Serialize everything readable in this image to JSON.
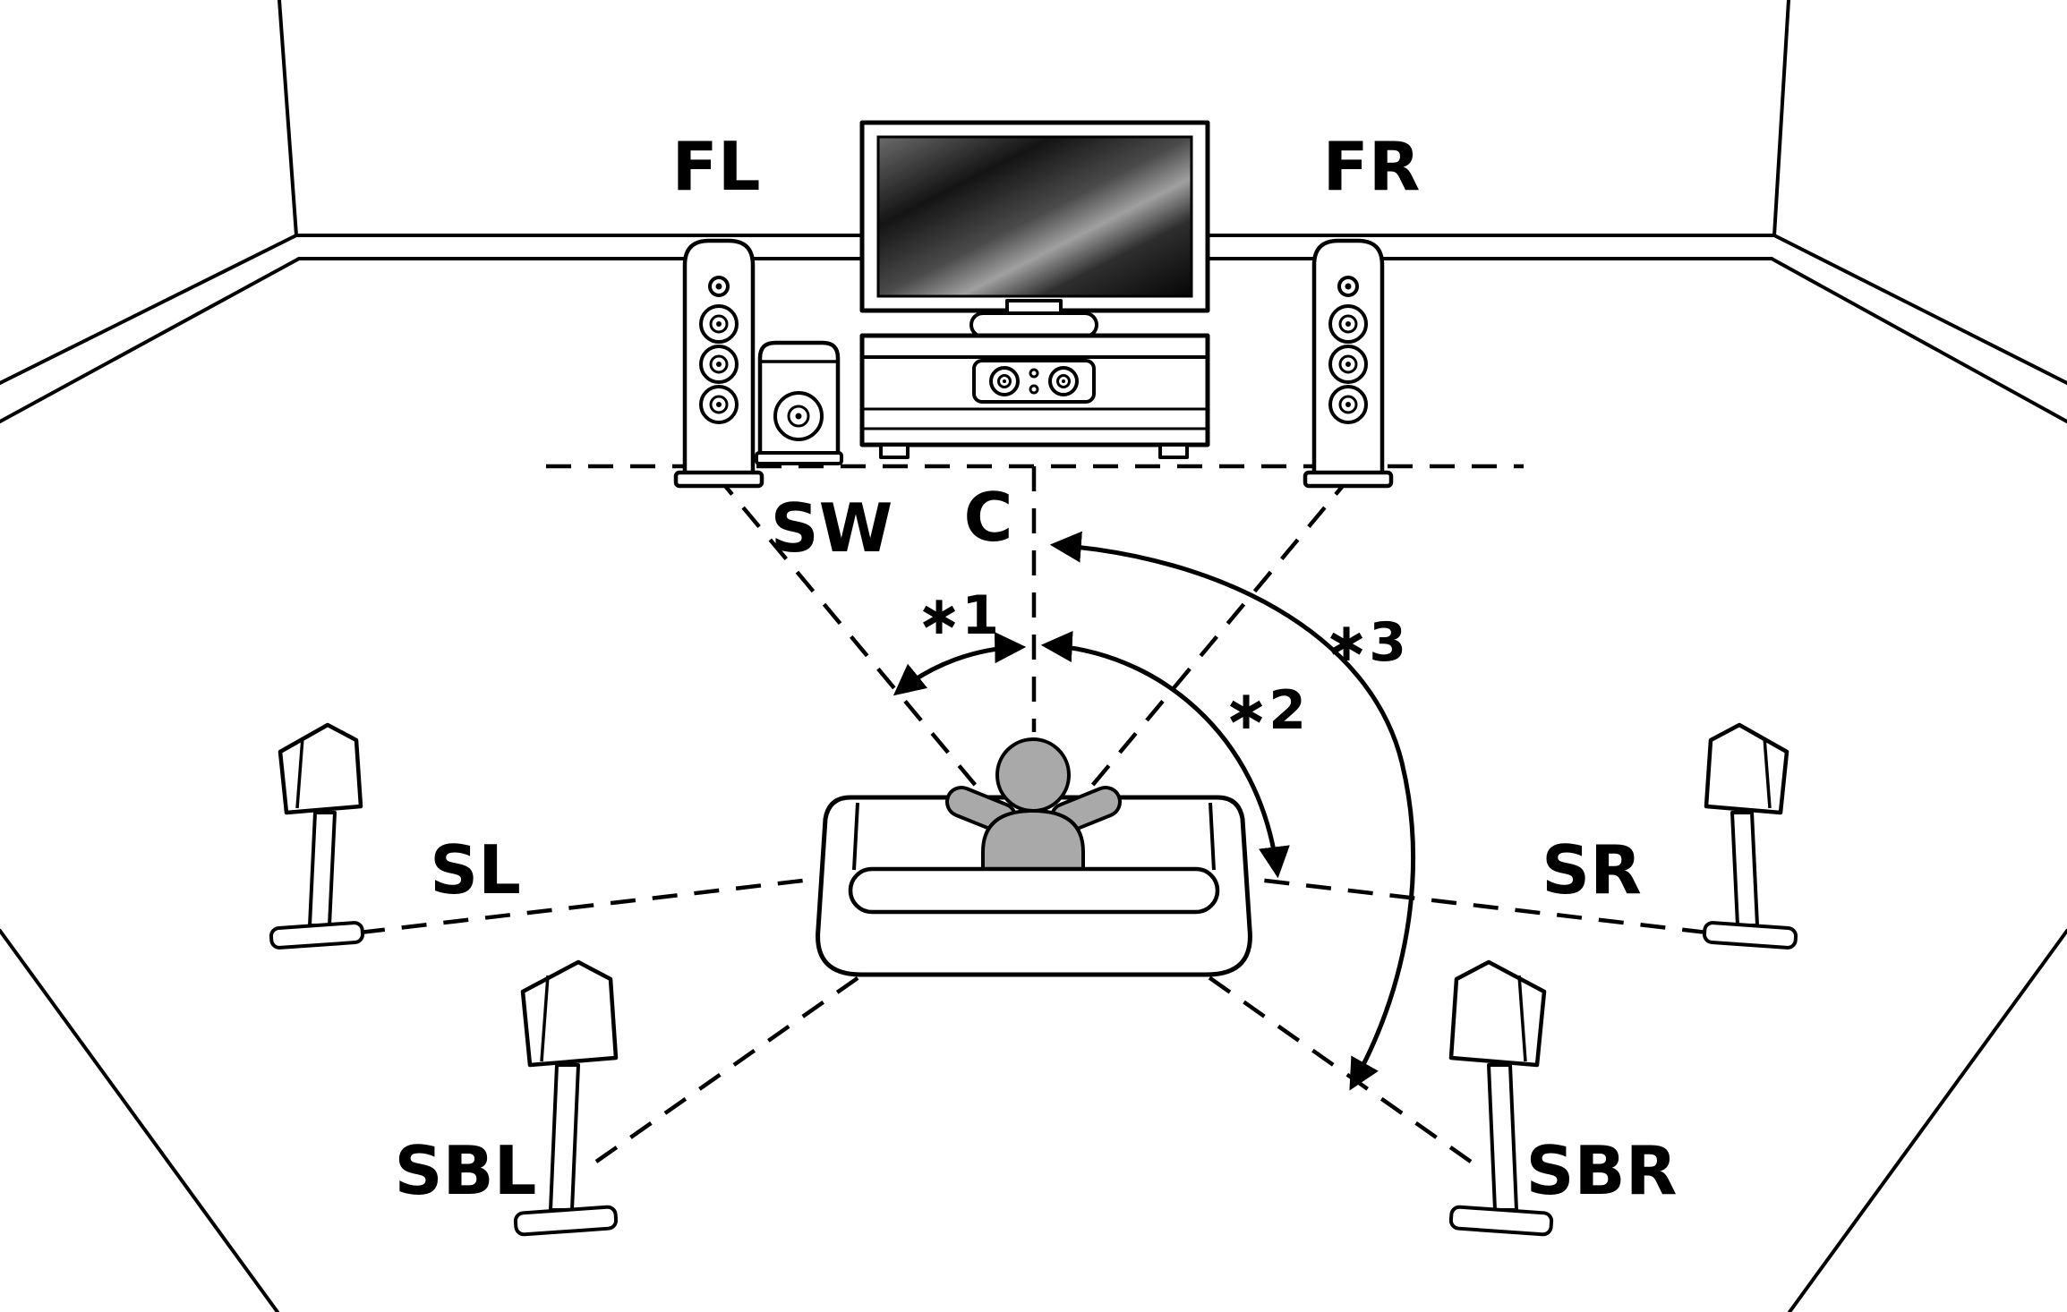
{
  "labels": {
    "front_left": "FL",
    "front_right": "FR",
    "subwoofer": "SW",
    "center": "C",
    "surround_left": "SL",
    "surround_right": "SR",
    "surround_back_left": "SBL",
    "surround_back_right": "SBR",
    "angle_1": "∗1",
    "angle_2": "∗2",
    "angle_3": "∗3"
  },
  "colors": {
    "line": "#000000",
    "background": "#ffffff",
    "person_fill": "#a9a9a9",
    "tv_screen_dark": "#0d0d0d",
    "tv_screen_light": "#a0a0a0"
  }
}
